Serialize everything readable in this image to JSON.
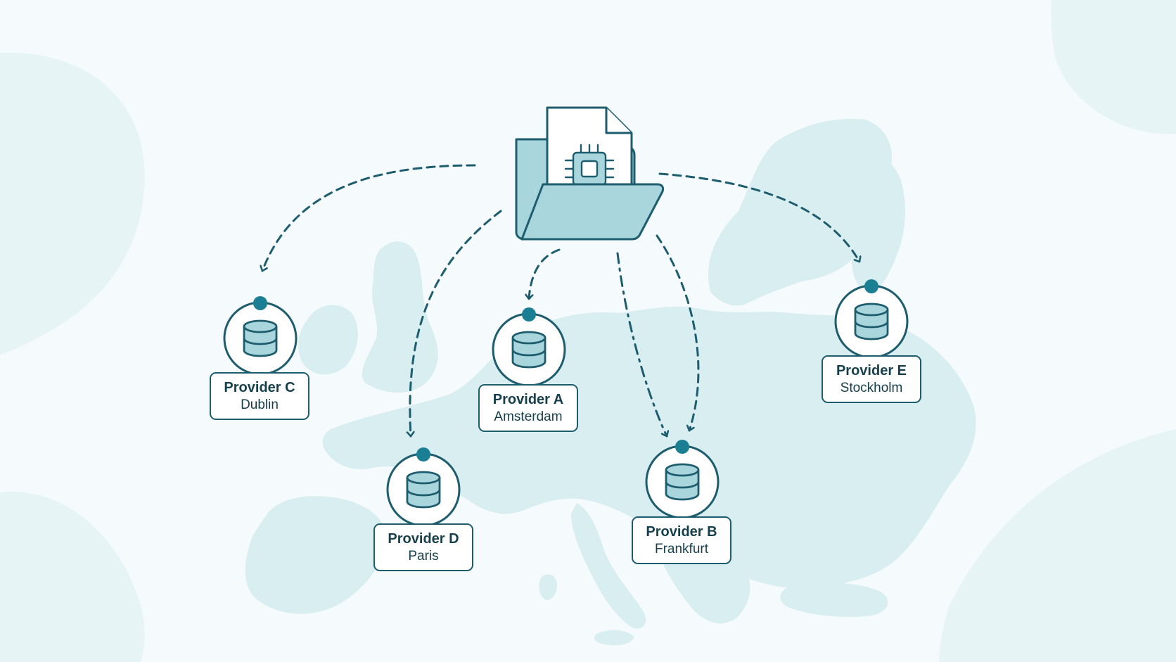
{
  "colors": {
    "background": "#f5fbfc",
    "map_fill": "#d9eef1",
    "blob_fill": "#e6f4f6",
    "stroke": "#1e5d6e",
    "accent": "#1a7f93",
    "fill_light": "#a9d6dc",
    "label_text": "#163f4c"
  },
  "source": {
    "icon": "folder-file-chip-icon"
  },
  "providers": [
    {
      "id": "a",
      "name": "Provider A",
      "city": "Amsterdam",
      "icon": "database-icon"
    },
    {
      "id": "b",
      "name": "Provider B",
      "city": "Frankfurt",
      "icon": "database-icon"
    },
    {
      "id": "c",
      "name": "Provider C",
      "city": "Dublin",
      "icon": "database-icon"
    },
    {
      "id": "d",
      "name": "Provider D",
      "city": "Paris",
      "icon": "database-icon"
    },
    {
      "id": "e",
      "name": "Provider E",
      "city": "Stockholm",
      "icon": "database-icon"
    }
  ]
}
